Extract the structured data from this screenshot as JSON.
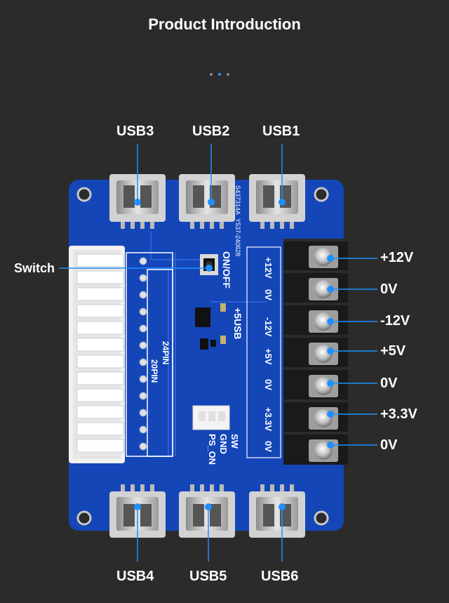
{
  "header": {
    "title": "Product Introduction"
  },
  "carousel": {
    "dot_count": 3,
    "active_index": 1
  },
  "usb_top": [
    "USB3",
    "USB2",
    "USB1"
  ],
  "usb_bottom": [
    "USB4",
    "USB5",
    "USB6"
  ],
  "switch_label": "Switch",
  "voltages": [
    "+12V",
    "0V",
    "-12V",
    "+5V",
    "0V",
    "+3.3V",
    "0V"
  ],
  "pcb_text": {
    "rail_labels": [
      "+12V",
      "0V",
      "-12V",
      "+5V",
      "0V",
      "+3.3V",
      "0V"
    ],
    "onoff": "ON/OFF",
    "plus5usb": "+5USB",
    "pin24": "24PIN",
    "pin20": "20PIN",
    "connector_pins": [
      "SW",
      "GND",
      "PS_ON"
    ],
    "serial": "S437314A_Y537-240628"
  },
  "colors": {
    "background": "#2b2b2b",
    "pcb": "#1446b8",
    "accent_dot": "#1e90ff"
  }
}
